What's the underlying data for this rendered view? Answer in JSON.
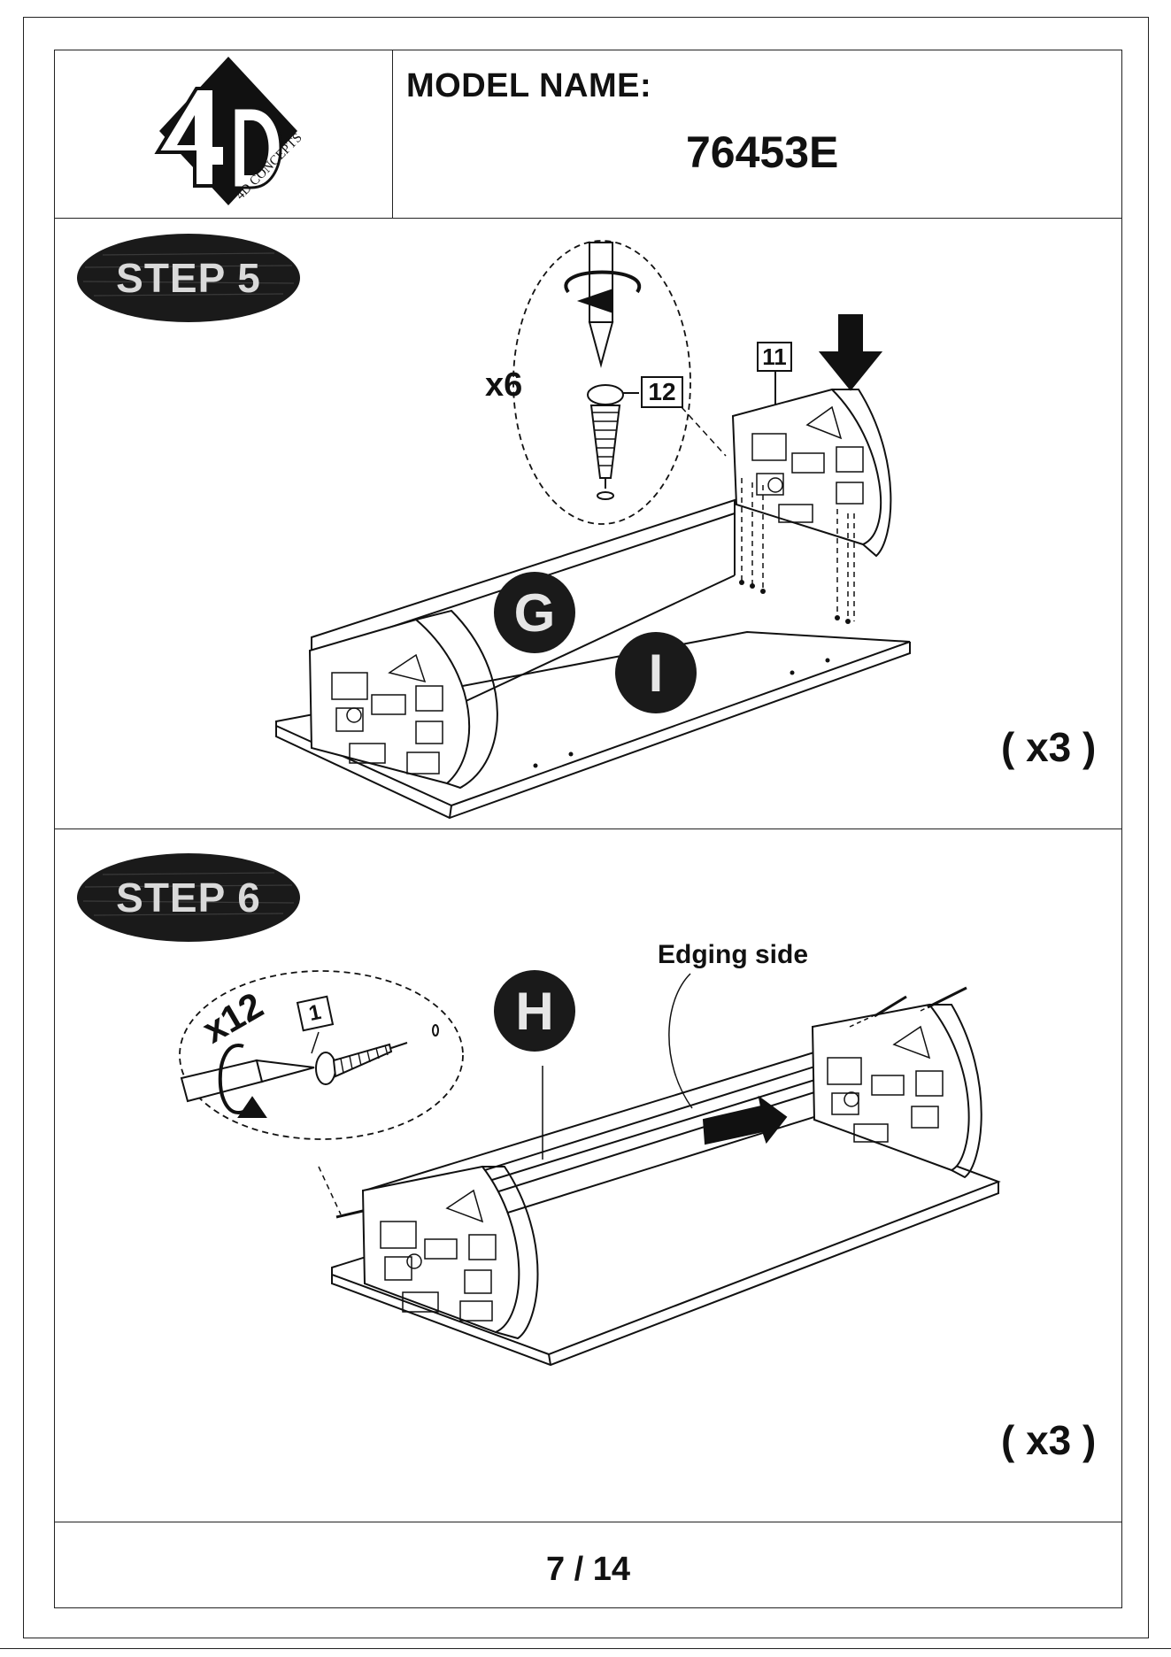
{
  "header": {
    "brand": "4D CONCEPTS",
    "model_label": "MODEL NAME:",
    "model_value": "76453E"
  },
  "step5": {
    "title": "STEP 5",
    "screw_count": "x6",
    "screw_part": "12",
    "panel_part": "11",
    "part_g": "G",
    "part_i": "I",
    "repeat": "( x3 )"
  },
  "step6": {
    "title": "STEP 6",
    "screw_count": "x12",
    "screw_part": "1",
    "part_h": "H",
    "edging_label": "Edging side",
    "repeat": "( x3 )"
  },
  "footer": {
    "page": "7 / 14"
  }
}
